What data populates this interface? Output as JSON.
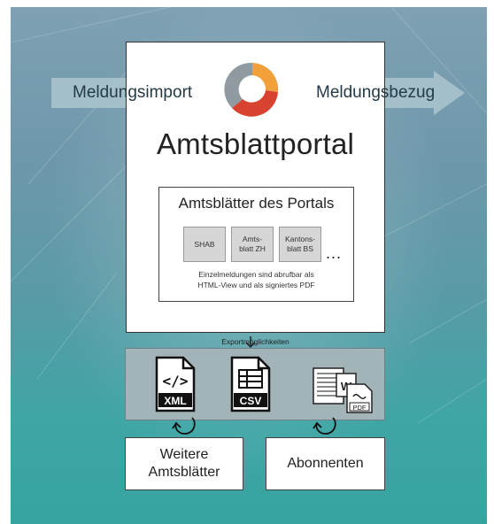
{
  "diagram": {
    "import_label": "Meldungsimport",
    "bezug_label": "Meldungsbezug",
    "portal_title": "Amtsblattportal",
    "inner": {
      "title": "Amtsblätter des Portals",
      "gazettes": [
        "SHAB",
        "Amts-\nblatt ZH",
        "Kantons-\nblatt BS"
      ],
      "more": "...",
      "note": "Einzelmeldungen sind abrufbar als\nHTML-View und als signiertes PDF"
    },
    "export_label": "Exportmöglichkeiten",
    "formats": {
      "xml": "XML",
      "csv": "CSV",
      "pdf": "PDF"
    },
    "targets": {
      "weitere": "Weitere\nAmtsblätter",
      "abonnenten": "Abonnenten"
    }
  },
  "colors": {
    "arrow": "#a9c3cc",
    "background_top": "#7fa1b3",
    "background_bottom": "#37a39f",
    "formats_panel": "#a3b4b9",
    "logo_orange": "#f2a03a",
    "logo_red": "#d8432f",
    "logo_gray": "#8f9aa1"
  },
  "icons": [
    "xml-file-icon",
    "csv-file-icon",
    "pdf-documents-icon",
    "portal-logo"
  ]
}
